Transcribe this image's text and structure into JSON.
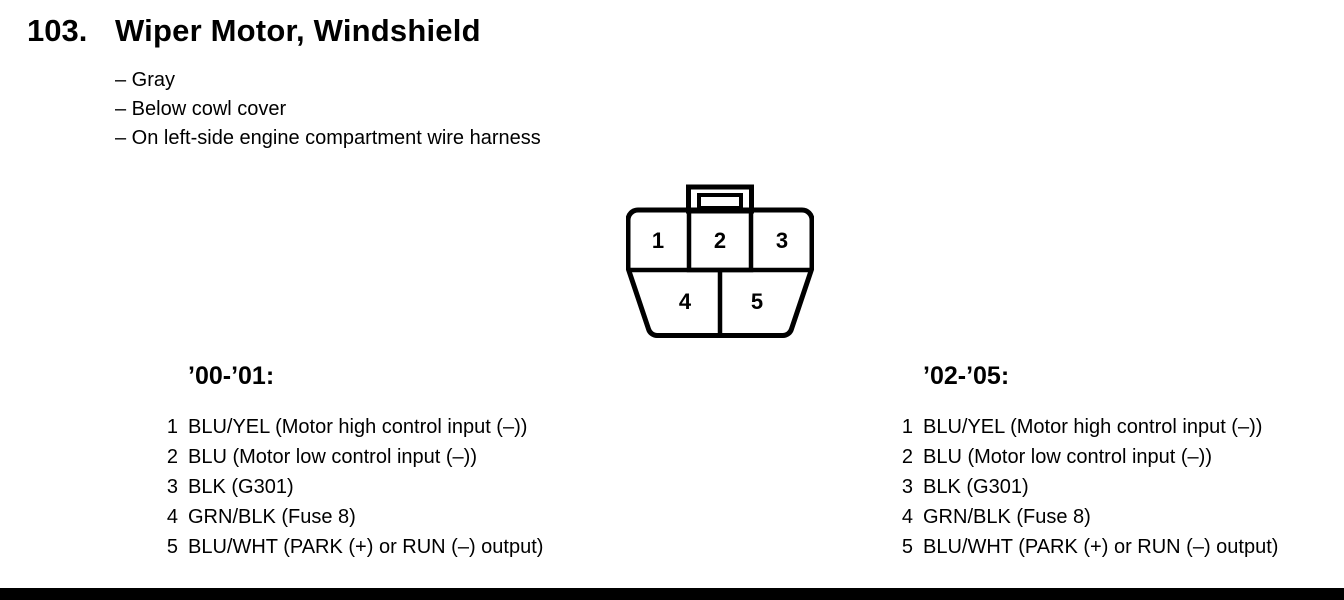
{
  "header": {
    "number": "103.",
    "title": "Wiper Motor, Windshield",
    "notes": [
      "– Gray",
      "– Below cowl cover",
      "– On left-side engine compartment wire harness"
    ]
  },
  "connector": {
    "pins_top": [
      "1",
      "2",
      "3"
    ],
    "pins_bottom": [
      "4",
      "5"
    ]
  },
  "columns": [
    {
      "heading": "’00-’01:",
      "pins": [
        {
          "num": "1",
          "desc": "BLU/YEL (Motor high control input (–))"
        },
        {
          "num": "2",
          "desc": "BLU (Motor low control input (–))"
        },
        {
          "num": "3",
          "desc": "BLK (G301)"
        },
        {
          "num": "4",
          "desc": "GRN/BLK (Fuse 8)"
        },
        {
          "num": "5",
          "desc": "BLU/WHT (PARK (+) or RUN (–) output)"
        }
      ]
    },
    {
      "heading": "’02-’05:",
      "pins": [
        {
          "num": "1",
          "desc": "BLU/YEL (Motor high control input (–))"
        },
        {
          "num": "2",
          "desc": "BLU (Motor low control input (–))"
        },
        {
          "num": "3",
          "desc": "BLK (G301)"
        },
        {
          "num": "4",
          "desc": "GRN/BLK (Fuse 8)"
        },
        {
          "num": "5",
          "desc": "BLU/WHT (PARK (+) or RUN (–) output)"
        }
      ]
    }
  ],
  "colors": {
    "ink": "#000000",
    "paper": "#ffffff"
  }
}
